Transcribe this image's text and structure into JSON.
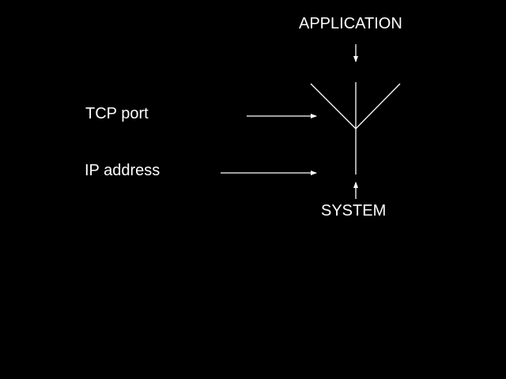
{
  "diagram": {
    "labels": {
      "application": "APPLICATION",
      "tcp_port": "TCP port",
      "ip_address": "IP address",
      "system": "SYSTEM"
    },
    "colors": {
      "background": "#000000",
      "foreground": "#ffffff"
    }
  }
}
